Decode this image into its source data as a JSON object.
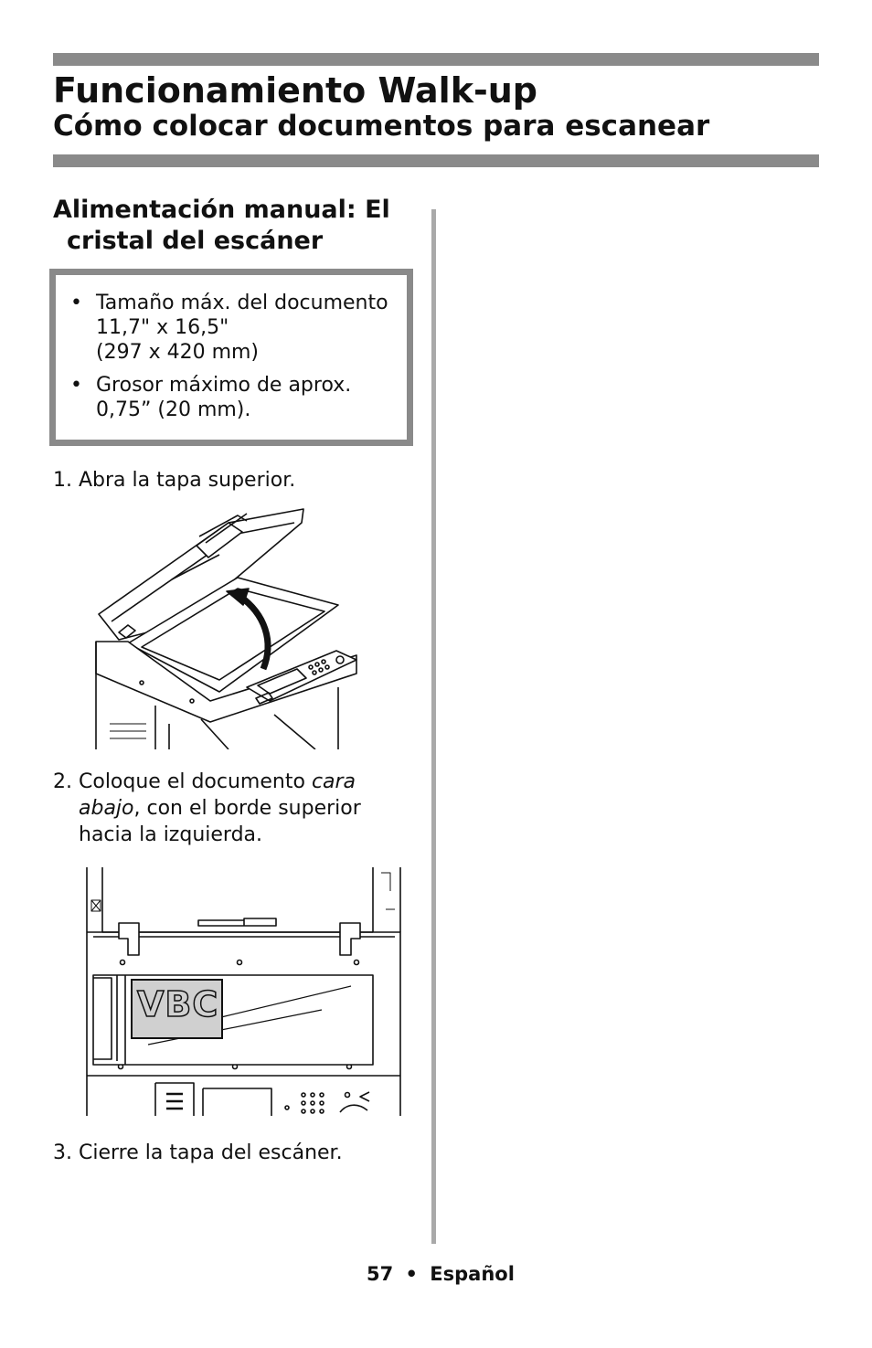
{
  "header": {
    "title": "Funcionamiento Walk-up",
    "subtitle": "Cómo colocar documentos para escanear"
  },
  "section": {
    "title_line1": "Alimentación manual: El",
    "title_line2": "cristal del escáner"
  },
  "infobox": {
    "bullet": "•",
    "item1_line1": "Tamaño máx. del documento",
    "item1_line2": "11,7\" x 16,5\"",
    "item1_line3": "(297 x 420 mm)",
    "item2_line1": "Grosor máximo de aprox.",
    "item2_line2": "0,75” (20 mm)."
  },
  "steps": {
    "s1_num": "1.",
    "s1_text": "Abra la tapa superior.",
    "s2_num": "2.",
    "s2_a": "Coloque el documento ",
    "s2_b": "cara",
    "s2_c": "abajo",
    "s2_d": ", con el borde superior",
    "s2_e": "hacia la izquierda.",
    "s3_num": "3.",
    "s3_text": "Cierre la tapa del escáner."
  },
  "figure2": {
    "doc_label": "VBC"
  },
  "footer": {
    "page_number": "57",
    "separator": "•",
    "language": "Español"
  }
}
